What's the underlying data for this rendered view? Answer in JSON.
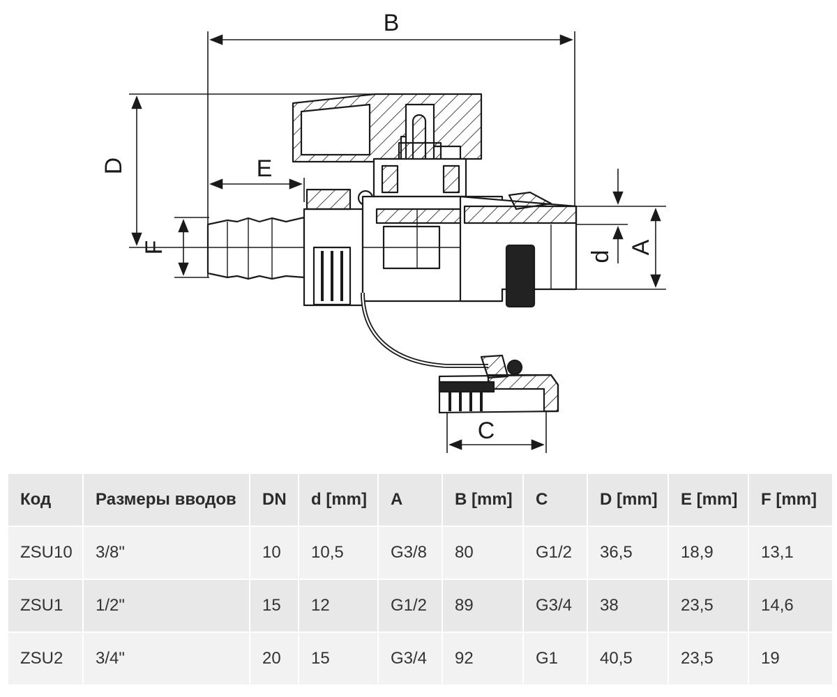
{
  "drawing": {
    "dimension_labels": {
      "B": "B",
      "D": "D",
      "E": "E",
      "F": "F",
      "d": "d",
      "A": "A",
      "C": "C"
    },
    "colors": {
      "line": "#1a1a1a",
      "fill": "#ffffff",
      "seal": "#222222"
    }
  },
  "table": {
    "headers": [
      "Код",
      "Размеры вводов",
      "DN",
      "d [mm]",
      "A",
      "B [mm]",
      "C",
      "D [mm]",
      "E [mm]",
      "F [mm]"
    ],
    "rows": [
      [
        "ZSU10",
        "3/8\"",
        "10",
        "10,5",
        "G3/8",
        "80",
        "G1/2",
        "36,5",
        "18,9",
        "13,1"
      ],
      [
        "ZSU1",
        "1/2\"",
        "15",
        "12",
        "G1/2",
        "89",
        "G3/4",
        "38",
        "23,5",
        "14,6"
      ],
      [
        "ZSU2",
        "3/4\"",
        "20",
        "15",
        "G3/4",
        "92",
        "G1",
        "40,5",
        "23,5",
        "19"
      ]
    ],
    "colors": {
      "header_bg": "#e8e8e8",
      "row_bg": "#f2f2f2",
      "row_alt_bg": "#e8e8e8"
    }
  }
}
